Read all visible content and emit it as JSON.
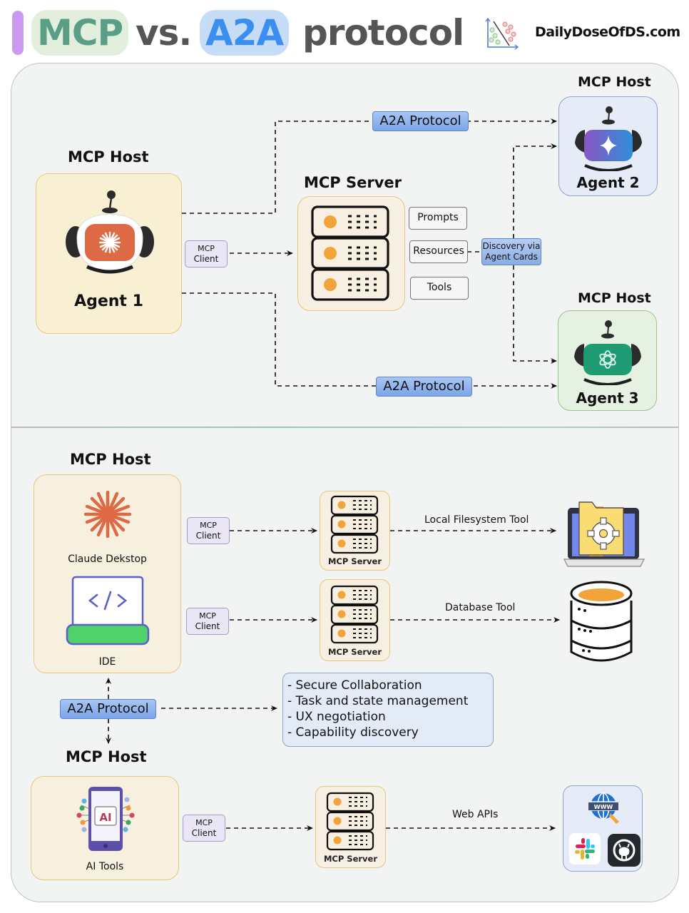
{
  "header": {
    "title_parts": [
      "MCP",
      "vs.",
      "A2A",
      "protocol"
    ],
    "brand": "DailyDoseOfDS.com",
    "logo_icon": "scatter-plot-icon",
    "colors": {
      "mcp": "#5a9e88",
      "a2a": "#3a8ef0",
      "accent_bar": "#c99af0"
    }
  },
  "top_section": {
    "agent1": {
      "host_label": "MCP Host",
      "name": "Agent 1",
      "icon": "robot-claude-icon",
      "screen_color": "#de6a45"
    },
    "client_label": "MCP Client",
    "server": {
      "label": "MCP Server",
      "features": [
        "Prompts",
        "Resources",
        "Tools"
      ]
    },
    "discovery_label": "Discovery via Agent Cards",
    "a2a_top_label": "A2A Protocol",
    "a2a_bottom_label": "A2A Protocol",
    "agent2": {
      "host_label": "MCP Host",
      "name": "Agent 2",
      "icon": "robot-gemini-icon"
    },
    "agent3": {
      "host_label": "MCP Host",
      "name": "Agent 3",
      "icon": "robot-openai-icon"
    }
  },
  "bottom_section": {
    "host1": {
      "label": "MCP Host",
      "apps": [
        {
          "name": "Claude Dekstop",
          "icon": "claude-sunburst-icon"
        },
        {
          "name": "IDE",
          "icon": "code-laptop-icon"
        }
      ]
    },
    "rows": [
      {
        "client_label": "MCP Client",
        "server_label": "MCP Server",
        "tool_label": "Local Filesystem Tool",
        "target_icon": "laptop-folder-gear-icon"
      },
      {
        "client_label": "MCP Client",
        "server_label": "MCP Server",
        "tool_label": "Database Tool",
        "target_icon": "database-icon"
      },
      {
        "client_label": "MCP Client",
        "server_label": "MCP Server",
        "tool_label": "Web APIs",
        "target_icon": "web-apis-icon"
      }
    ],
    "a2a_label": "A2A Protocol",
    "benefits": [
      "- Secure Collaboration",
      "- Task and state management",
      "- UX negotiation",
      "- Capability discovery"
    ],
    "host2": {
      "label": "MCP Host",
      "app_name": "AI Tools",
      "icon": "ai-phone-icon"
    },
    "web_api_icons": [
      "globe-www-icon",
      "slack-icon",
      "github-icon"
    ]
  }
}
